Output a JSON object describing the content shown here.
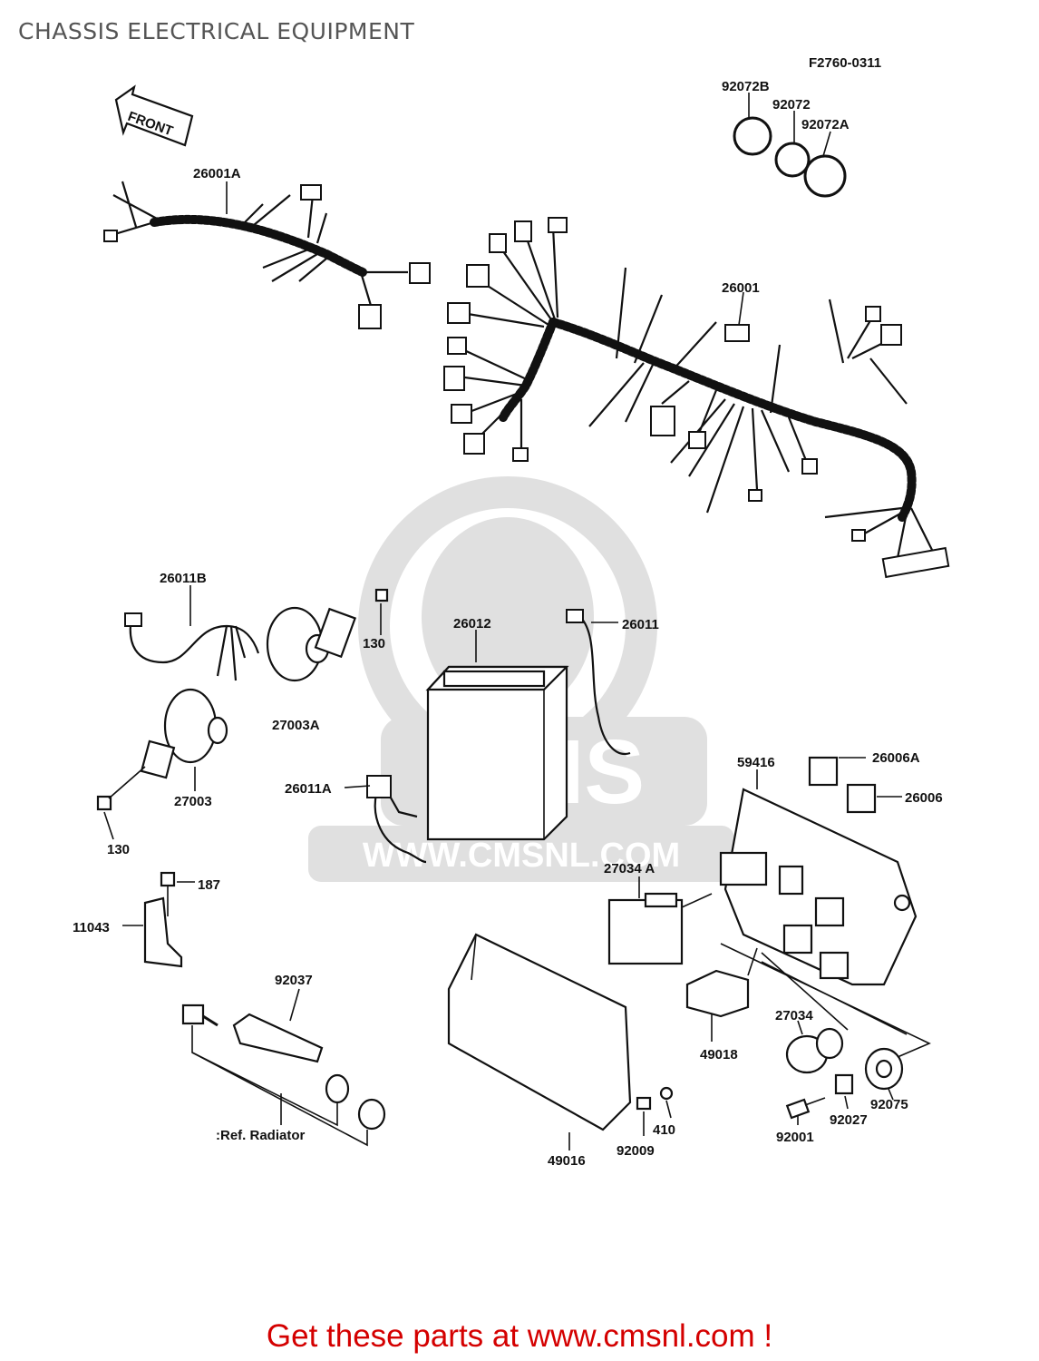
{
  "title": "CHASSIS ELECTRICAL EQUIPMENT",
  "figure_code": "F2760-0311",
  "front_arrow": "FRONT",
  "watermark": {
    "logo": "CMS",
    "url": "WWW.CMSNL.COM"
  },
  "labels": {
    "p92072B": "92072B",
    "p92072": "92072",
    "p92072A": "92072A",
    "p26001A": "26001A",
    "p26001": "26001",
    "p26011B": "26011B",
    "p130a": "130",
    "p27003A": "27003A",
    "p26012": "26012",
    "p26011": "26011",
    "p27003": "27003",
    "p130b": "130",
    "p26011A": "26011A",
    "p59416": "59416",
    "p26006A": "26006A",
    "p26006": "26006",
    "p187": "187",
    "p11043": "11043",
    "p27034A": "27034 A",
    "p92037": "92037",
    "p27034": "27034",
    "p49018": "49018",
    "p92075": "92075",
    "p410": "410",
    "p92027": "92027",
    "p92001": "92001",
    "p92009": "92009",
    "p49016": "49016",
    "ref_radiator": ":Ref. Radiator"
  },
  "footer": "Get these parts at www.cmsnl.com !",
  "colors": {
    "title": "#555555",
    "footer": "#d40000",
    "watermark": "#e0e0e0",
    "ink": "#111111"
  }
}
